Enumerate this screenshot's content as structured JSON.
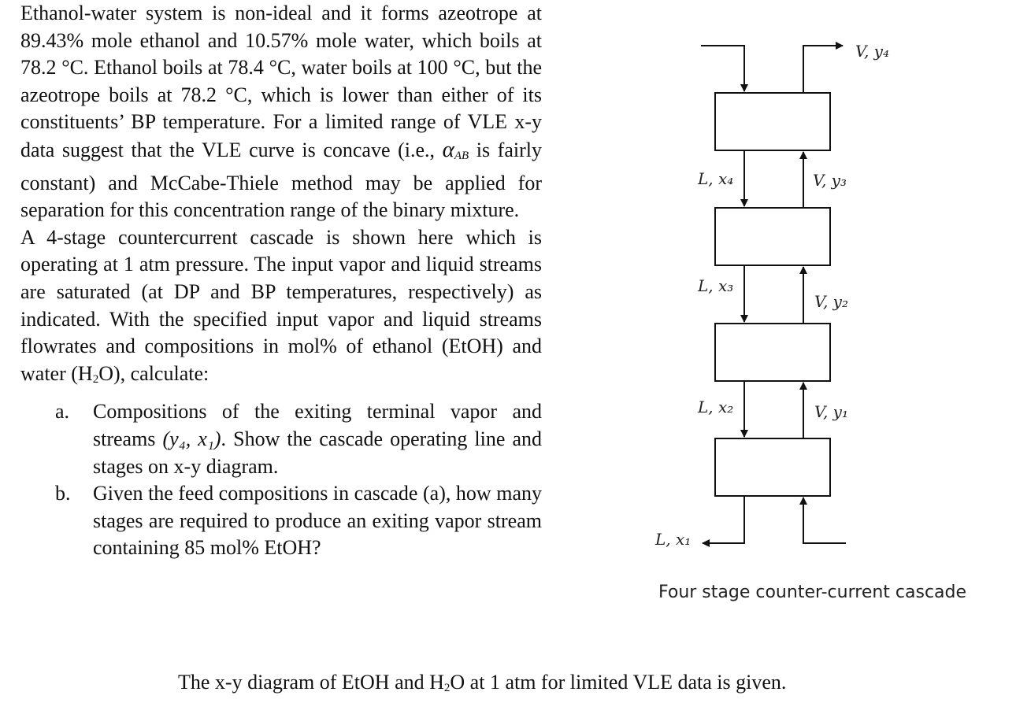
{
  "paragraph_1": "Ethanol-water system is non-ideal and it forms azeotrope at 89.43% mole ethanol and 10.57% mole water, which boils at 78.2 °C. Ethanol boils at 78.4 °C, water boils at 100 °C, but the azeotrope boils at 78.2 °C, which is lower than either of its constituents’ BP temperature. For a limited range of VLE x-y data suggest that the VLE curve is concave (i.e., ",
  "alpha_symbol": "α",
  "alpha_subscript": "AB",
  "paragraph_1_end": " is fairly constant) and McCabe-Thiele method may be applied for separation for this concentration range of the binary mixture.",
  "paragraph_2_start": "A 4-stage countercurrent cascade is shown here which is operating at 1 atm pressure. The input vapor and liquid streams are saturated (at DP and BP temperatures, respectively) as indicated. With the specified input vapor and liquid streams flowrates and compositions in mol% of ethanol (EtOH) and water (H",
  "h2o_sub": "2",
  "paragraph_2_end": "O), calculate:",
  "items": [
    {
      "marker": "a.",
      "pre": "Compositions of the exiting terminal vapor and streams ",
      "math": "(y₄, x₁)",
      "post": ". Show the cascade operating line and stages on x-y diagram."
    },
    {
      "marker": "b.",
      "pre": "Given the feed compositions in cascade (a), how many stages are required to produce an exiting vapor stream containing 85 mol% EtOH?",
      "math": "",
      "post": ""
    }
  ],
  "footer_start": "The x-y diagram of EtOH and H",
  "footer_sub": "2",
  "footer_end": "O at 1 atm for limited VLE data is given.",
  "figure": {
    "caption": "Four stage counter-current cascade",
    "labels": {
      "v_y4": "V, y₄",
      "l_x4": "L, x₄",
      "v_y3": "V, y₃",
      "l_x3": "L, x₃",
      "v_y2": "V, y₂",
      "l_x2": "L, x₂",
      "v_y1": "V, y₁",
      "l_x1": "L, x₁"
    },
    "stage_count": 4
  }
}
